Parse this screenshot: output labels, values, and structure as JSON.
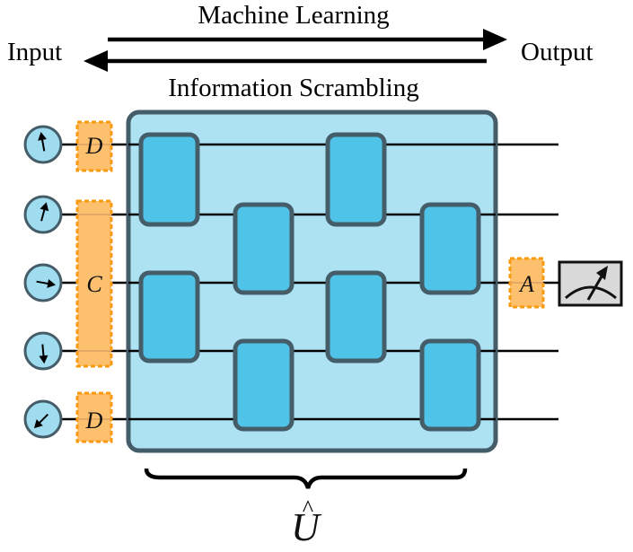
{
  "top_label": "Machine Learning",
  "bottom_label": "Information Scrambling",
  "left_label": "Input",
  "right_label": "Output",
  "operators": {
    "d_top": "D",
    "c_middle": "C",
    "d_bottom": "D",
    "a_output": "A"
  },
  "unitary_label": "U",
  "unitary_hat": "^",
  "qubits": [
    {
      "index": 1,
      "spin": "up-slightly-left"
    },
    {
      "index": 2,
      "spin": "up-slightly-right"
    },
    {
      "index": 3,
      "spin": "right-slightly-down"
    },
    {
      "index": 4,
      "spin": "down"
    },
    {
      "index": 5,
      "spin": "down-left"
    }
  ],
  "gates": [
    {
      "column": 1,
      "wires": [
        1,
        2
      ]
    },
    {
      "column": 1,
      "wires": [
        3,
        4
      ]
    },
    {
      "column": 2,
      "wires": [
        2,
        3
      ]
    },
    {
      "column": 2,
      "wires": [
        4,
        5
      ]
    },
    {
      "column": 3,
      "wires": [
        1,
        2
      ]
    },
    {
      "column": 3,
      "wires": [
        3,
        4
      ]
    },
    {
      "column": 4,
      "wires": [
        2,
        3
      ]
    },
    {
      "column": 4,
      "wires": [
        4,
        5
      ]
    }
  ],
  "colors": {
    "block_fill": "#ade2f3",
    "block_stroke": "#455d69",
    "gate_fill": "#4fc3e8",
    "qubit_fill": "#9fdcef",
    "operator_fill": "#fdc06e",
    "operator_border": "#f99a10",
    "meter_fill": "#d9d9d9"
  }
}
